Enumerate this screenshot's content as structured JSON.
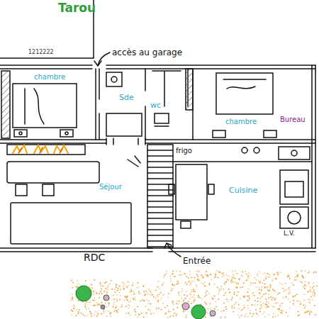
{
  "diagram": {
    "title": "Tarou",
    "labels": [
      "1212222",
      "accès au garage",
      "chambre",
      "Sde",
      "wc",
      "chambre",
      "Bureau",
      "frigo",
      "Séjour",
      "Cuisine",
      "L.V.",
      "RDC",
      "Entrée"
    ]
  }
}
